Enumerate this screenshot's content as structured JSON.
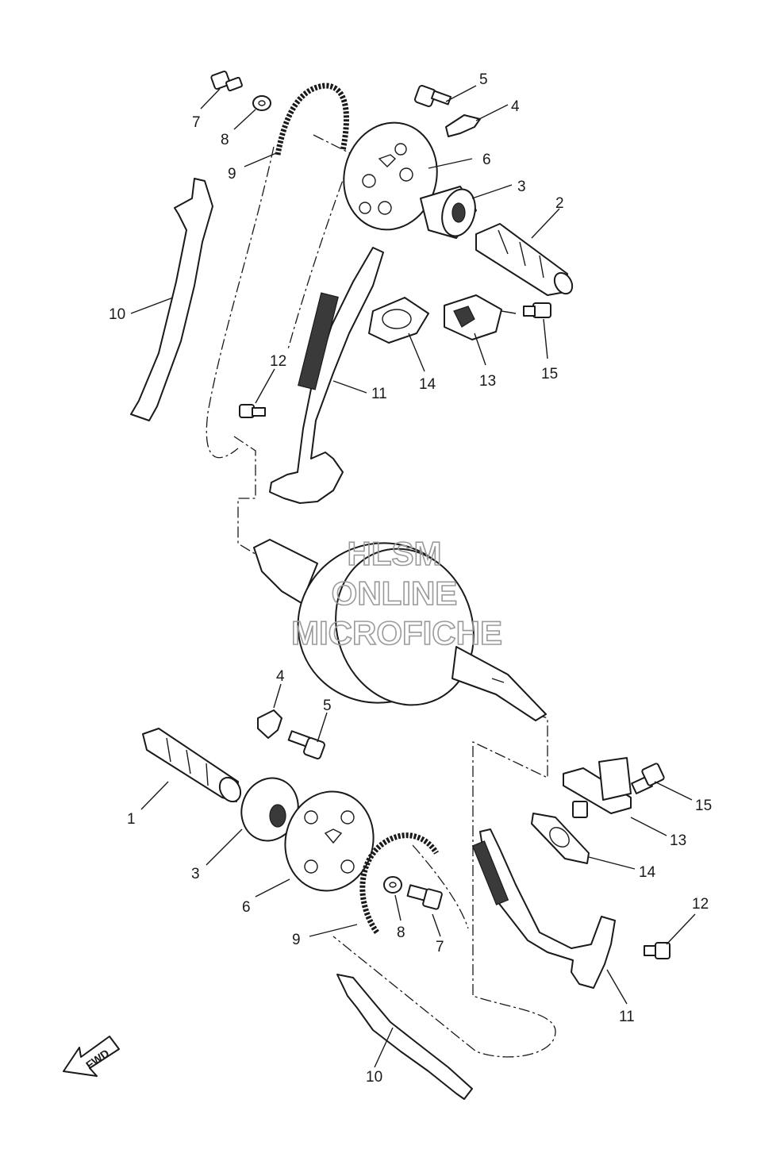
{
  "diagram": {
    "watermark": [
      "HLSM",
      "ONLINE",
      "MICROFICHE"
    ],
    "fwd_label": "FWD",
    "callouts": [
      {
        "id": "c7-top",
        "text": "7"
      },
      {
        "id": "c8-top",
        "text": "8"
      },
      {
        "id": "c9-top",
        "text": "9"
      },
      {
        "id": "c5-top",
        "text": "5"
      },
      {
        "id": "c4-top",
        "text": "4"
      },
      {
        "id": "c6-top",
        "text": "6"
      },
      {
        "id": "c3-top",
        "text": "3"
      },
      {
        "id": "c2-top",
        "text": "2"
      },
      {
        "id": "c10-top",
        "text": "10"
      },
      {
        "id": "c12-top",
        "text": "12"
      },
      {
        "id": "c11-top",
        "text": "11"
      },
      {
        "id": "c14-top",
        "text": "14"
      },
      {
        "id": "c13-top",
        "text": "13"
      },
      {
        "id": "c15-top",
        "text": "15"
      },
      {
        "id": "c4-bot",
        "text": "4"
      },
      {
        "id": "c5-bot",
        "text": "5"
      },
      {
        "id": "c1-bot",
        "text": "1"
      },
      {
        "id": "c3-bot",
        "text": "3"
      },
      {
        "id": "c6-bot",
        "text": "6"
      },
      {
        "id": "c9-bot",
        "text": "9"
      },
      {
        "id": "c8-bot",
        "text": "8"
      },
      {
        "id": "c7-bot",
        "text": "7"
      },
      {
        "id": "c10-bot",
        "text": "10"
      },
      {
        "id": "c15-bot",
        "text": "15"
      },
      {
        "id": "c13-bot",
        "text": "13"
      },
      {
        "id": "c14-bot",
        "text": "14"
      },
      {
        "id": "c12-bot",
        "text": "12"
      },
      {
        "id": "c11-bot",
        "text": "11"
      }
    ]
  }
}
